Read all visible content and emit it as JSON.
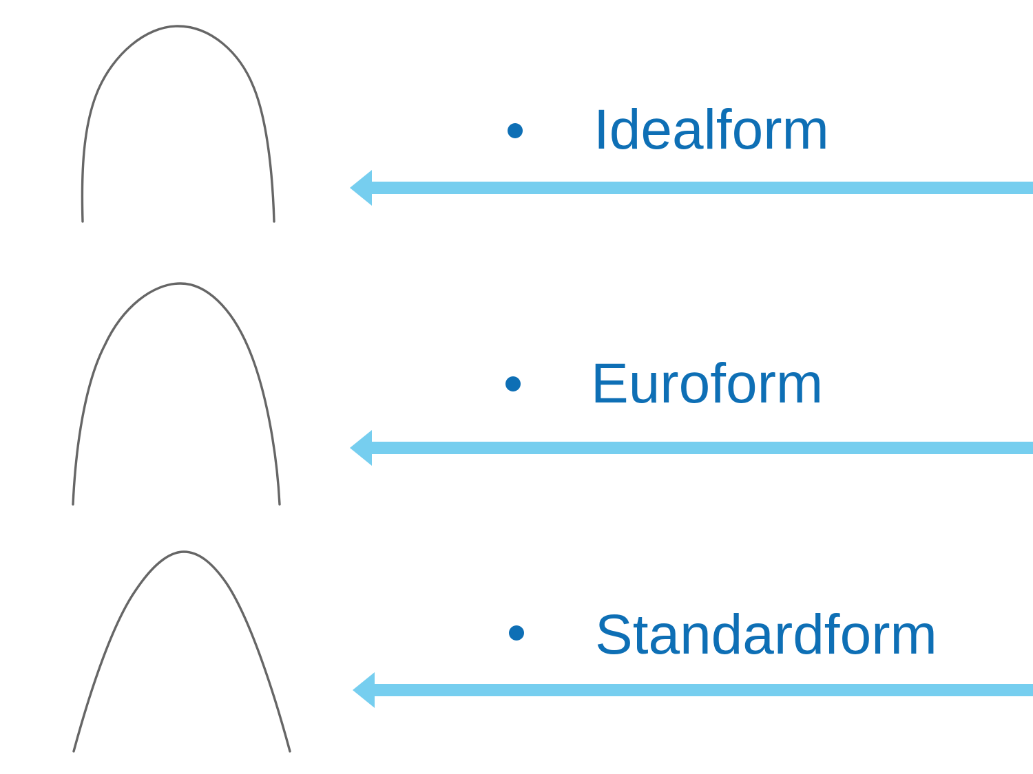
{
  "slide": {
    "items": [
      {
        "label": "Idealform"
      },
      {
        "label": "Euroform"
      },
      {
        "label": "Standardform"
      }
    ]
  },
  "colors": {
    "text-blue": "#0E6FB5",
    "arrow-blue": "#76CEEF",
    "wire-gray": "#666666"
  }
}
